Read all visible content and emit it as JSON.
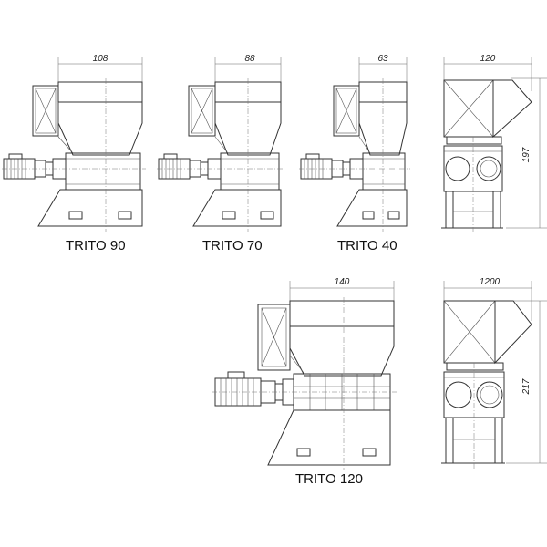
{
  "machines": [
    {
      "name": "TRITO 90",
      "width_dim": "108"
    },
    {
      "name": "TRITO 70",
      "width_dim": "88"
    },
    {
      "name": "TRITO 40",
      "width_dim": "63"
    },
    {
      "name": "TRITO 120",
      "width_dim": "140"
    }
  ],
  "side_views": [
    {
      "width_dim": "120",
      "height_dim": "197"
    },
    {
      "width_dim": "1200",
      "height_dim": "217"
    }
  ]
}
